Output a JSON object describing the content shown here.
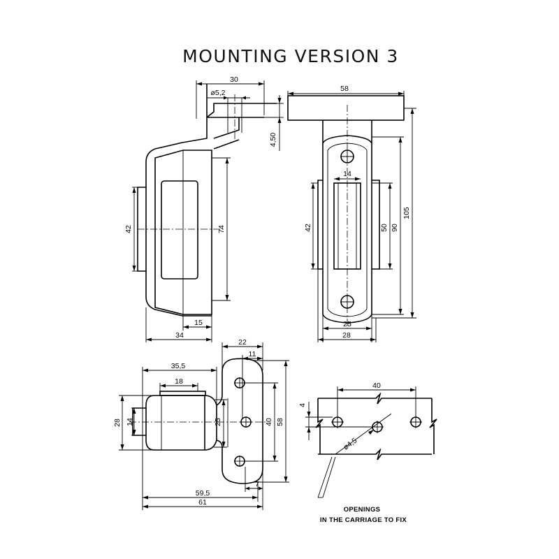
{
  "title": "MOUNTING VERSION 3",
  "side_view": {
    "dims": {
      "width_top": "30",
      "hole_dia": "ø5,2",
      "plate_thk": "4,50",
      "height_42": "42",
      "height_74": "74",
      "bottom_15": "15",
      "bottom_34": "34"
    }
  },
  "front_view": {
    "dims": {
      "width_58": "58",
      "width_14": "14",
      "height_42": "42",
      "height_50": "50",
      "height_90": "90",
      "height_105": "105",
      "width_25": "25",
      "width_28": "28"
    }
  },
  "top_view": {
    "dims": {
      "width_35_5": "35,5",
      "width_18": "18",
      "width_22": "22",
      "width_11": "11",
      "height_28": "28",
      "height_14": "14",
      "height_25": "25",
      "height_40": "40",
      "height_58": "58",
      "width_7": "7",
      "width_59_5": "59,5",
      "width_61": "61"
    }
  },
  "detail": {
    "dims": {
      "spacing_40": "40",
      "offset_4": "4",
      "hole_dia": "ø4,5"
    },
    "note_line1": "OPENINGS",
    "note_line2": "IN THE CARRIAGE TO FIX"
  }
}
